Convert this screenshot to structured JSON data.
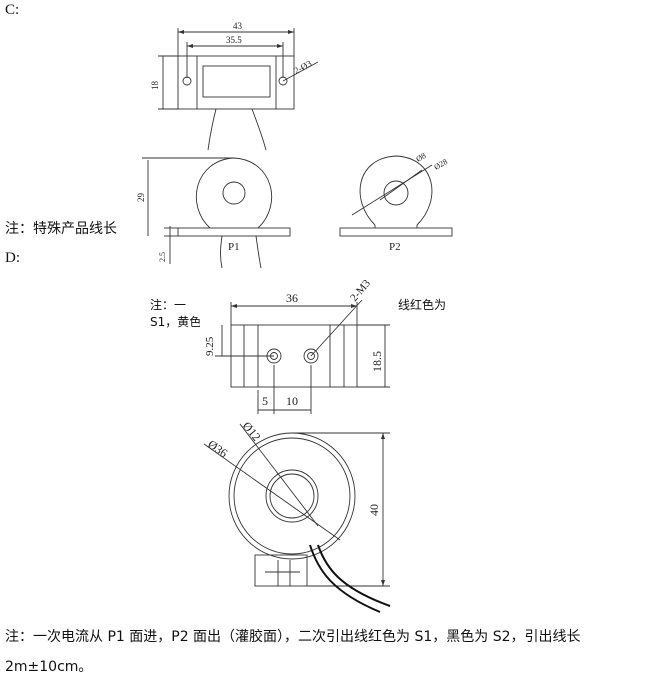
{
  "section_c": {
    "label": "C:",
    "dims": {
      "total_width": "43",
      "hole_spacing": "35.5",
      "holes": "2-Ø3",
      "height": "18",
      "body_height": "29",
      "base": "2.5",
      "outer": "Ø28",
      "inner": "Ø8"
    },
    "views": {
      "p1": "P1",
      "p2": "P2"
    },
    "note": "注：特殊产品线长"
  },
  "section_d": {
    "label": "D:",
    "dims": {
      "width": "36",
      "screws": "2-M3",
      "offset_v": "9.25",
      "height": "18.5",
      "offset_h": "5",
      "spacing": "10",
      "outer": "Ø36",
      "inner": "Ø12",
      "total_height": "40"
    },
    "note_fragment_1": "注：一",
    "note_fragment_2": "S1，黄色",
    "note_fragment_3": "线红色为"
  },
  "footer": {
    "line1": "注：一次电流从 P1 面进，P2 面出（灌胶面），二次引出线红色为 S1，黑色为 S2，引出线长",
    "line2": "2m±10cm。"
  }
}
